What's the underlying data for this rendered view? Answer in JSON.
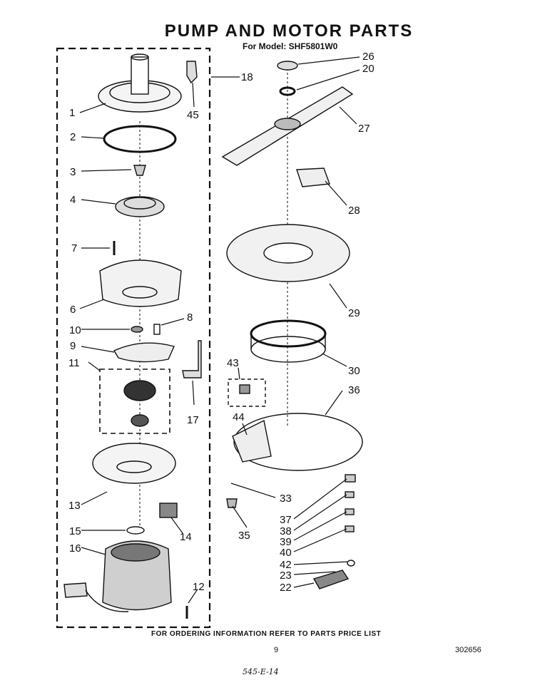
{
  "title": "PUMP AND MOTOR PARTS",
  "model": "For Model: SHF5801W0",
  "footer": "FOR ORDERING INFORMATION REFER TO PARTS PRICE LIST",
  "page_number": "9",
  "doc_number": "302656",
  "handwritten_note": "545-E-14",
  "callouts": [
    "1",
    "2",
    "3",
    "4",
    "7",
    "6",
    "10",
    "9",
    "8",
    "11",
    "17",
    "13",
    "15",
    "16",
    "14",
    "12",
    "18",
    "45",
    "26",
    "20",
    "27",
    "28",
    "29",
    "30",
    "43",
    "36",
    "44",
    "33",
    "35",
    "37",
    "38",
    "39",
    "40",
    "42",
    "23",
    "22"
  ]
}
